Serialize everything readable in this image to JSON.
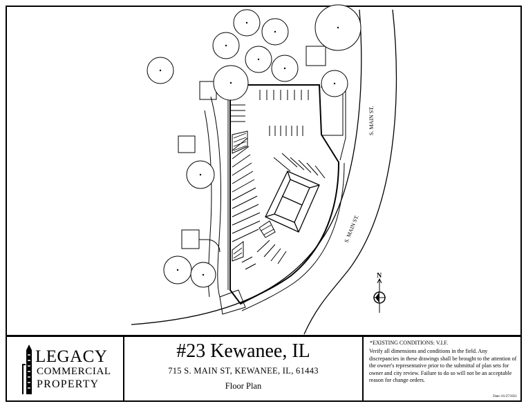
{
  "streets": {
    "upper_label": "S. MAIN ST.",
    "lower_label": "S. MAIN ST."
  },
  "north_arrow": {
    "label": "N"
  },
  "logo": {
    "line1": "LEGACY",
    "line2": "COMMERCIAL",
    "line3": "PROPERTY"
  },
  "project": {
    "title": "#23 Kewanee, IL",
    "address": "715 S. MAIN ST, KEWANEE, IL, 61443",
    "sheet_name": "Floor Plan"
  },
  "notes": {
    "heading": "*EXISTING CONDITIONS:  V.I.F.",
    "body": "Verify all dimensions and conditions in the field. Any discrepancies in these drawings shall be brought to the attention of the owner's representative prior to the submittal of plan sets for owner and city review. Failure to do so will not be an acceptable reason for change orders.",
    "date": "Date: 01/27/2021"
  },
  "colors": {
    "line": "#000000",
    "paper": "#ffffff"
  }
}
